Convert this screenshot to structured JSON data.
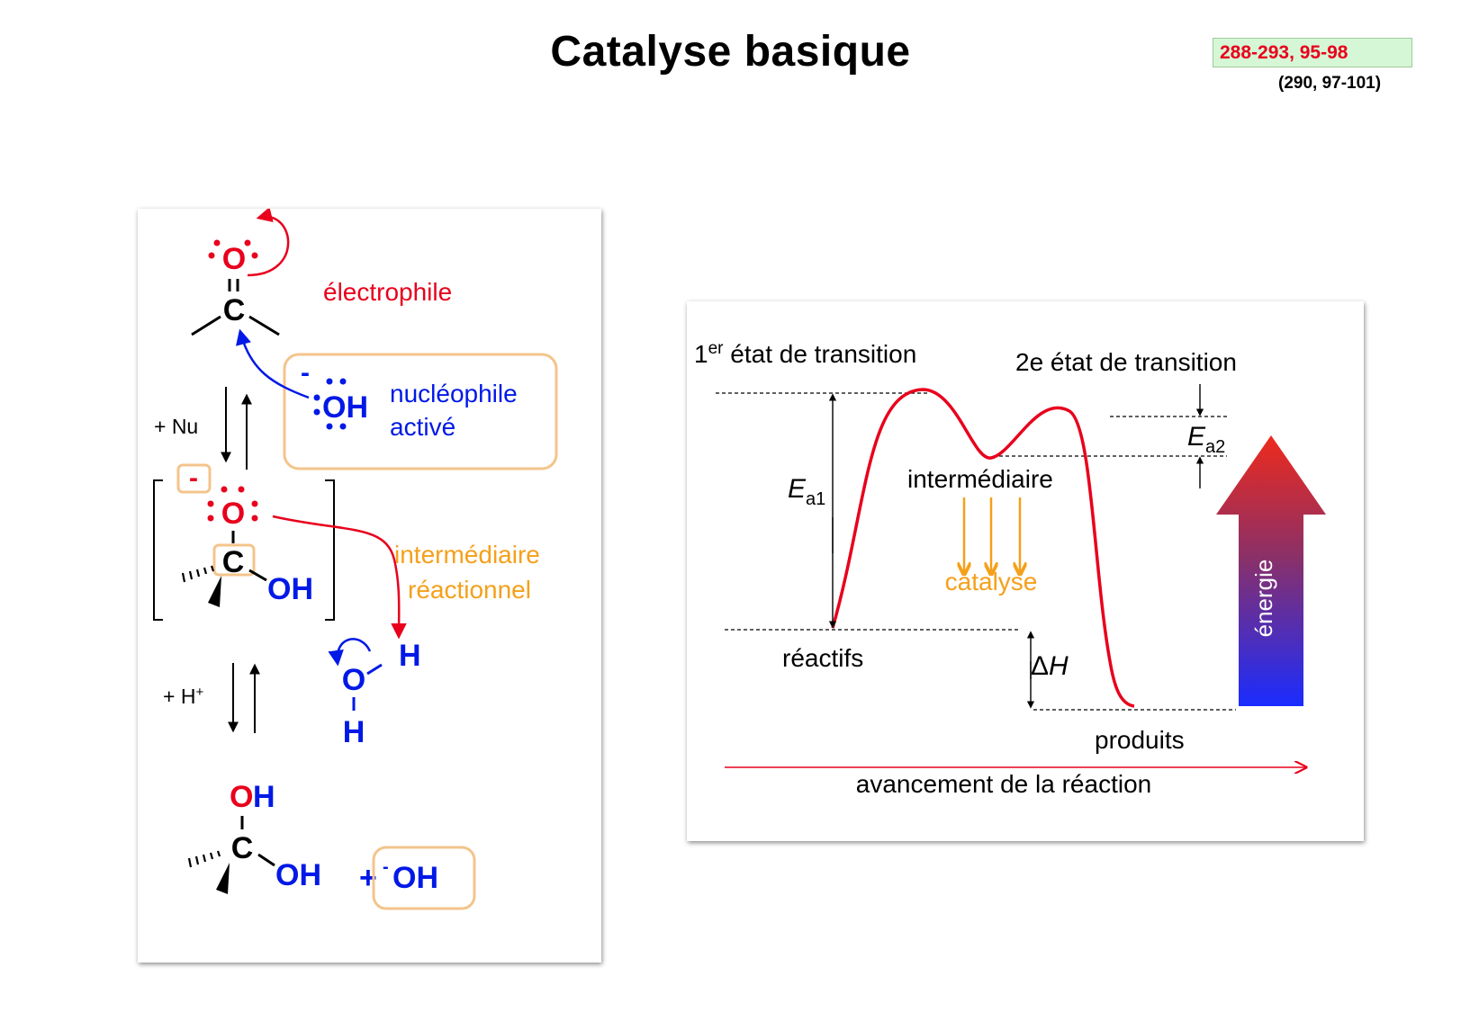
{
  "header": {
    "title": "Catalyse basique",
    "page_ref": "288-293, 95-98",
    "page_ref_secondary": "(290, 97-101)"
  },
  "colors": {
    "red": "#e8001c",
    "blue": "#0019e6",
    "orange": "#f5a01a",
    "highlight_border": "#f4c48c"
  },
  "mechanism": {
    "electrophile_label": "électrophile",
    "nucleophile_label_line1": "nucléophile",
    "nucleophile_label_line2": "activé",
    "intermediate_label_line1": "intermédiaire",
    "intermediate_label_line2": "réactionnel",
    "step1_reagent": "+ Nu",
    "step2_reagent": "+ H",
    "step2_reagent_sup": "+",
    "atom_O": "O",
    "atom_C": "C",
    "atom_H": "H",
    "group_OH": "OH",
    "charge_minus": "-",
    "plus_sign": "+",
    "product_hydroxide": "OH"
  },
  "energy_diagram": {
    "ts1_label": "1",
    "ts1_sup": "er",
    "ts1_rest": " état de transition",
    "ts2_label": "2e état de transition",
    "ea1_main": "E",
    "ea1_sub": "a1",
    "ea2_main": "E",
    "ea2_sub": "a2",
    "intermediate_label": "intermédiaire",
    "catalysis_label": "catalyse",
    "reactants_label": "réactifs",
    "products_label": "produits",
    "delta_h_symbol": "Δ",
    "delta_h_var": "H",
    "x_axis_label": "avancement de la réaction",
    "energy_label": "énergie"
  }
}
